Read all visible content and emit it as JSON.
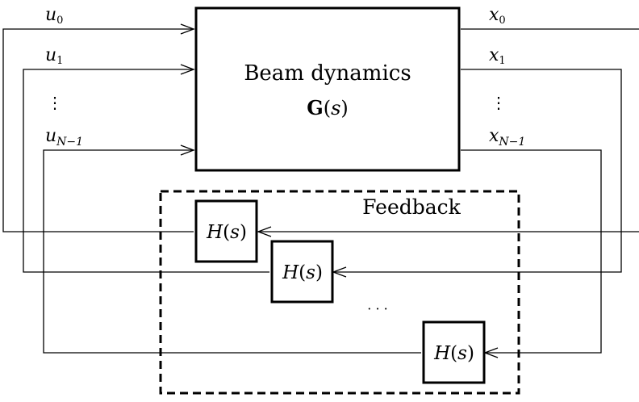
{
  "plant": {
    "title": "Beam dynamics",
    "transfer": "G(s)"
  },
  "feedback": {
    "label": "Feedback",
    "blocks": [
      "H(s)",
      "H(s)",
      "H(s)"
    ],
    "ellipsis": "· · ·"
  },
  "inputs": {
    "u0": {
      "sym": "u",
      "sub": "0"
    },
    "u1": {
      "sym": "u",
      "sub": "1"
    },
    "dots": "⋮",
    "uN": {
      "sym": "u",
      "sub": "N−1"
    }
  },
  "outputs": {
    "x0": {
      "sym": "x",
      "sub": "0"
    },
    "x1": {
      "sym": "x",
      "sub": "1"
    },
    "dots": "⋮",
    "xN": {
      "sym": "x",
      "sub": "N−1"
    }
  }
}
